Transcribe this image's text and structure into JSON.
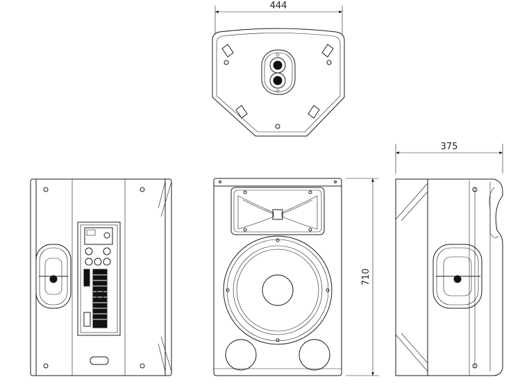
{
  "dimensions": {
    "width": "444",
    "depth": "375",
    "height": "710"
  },
  "colors": {
    "line": "#1a1a1a",
    "background": "#ffffff"
  }
}
